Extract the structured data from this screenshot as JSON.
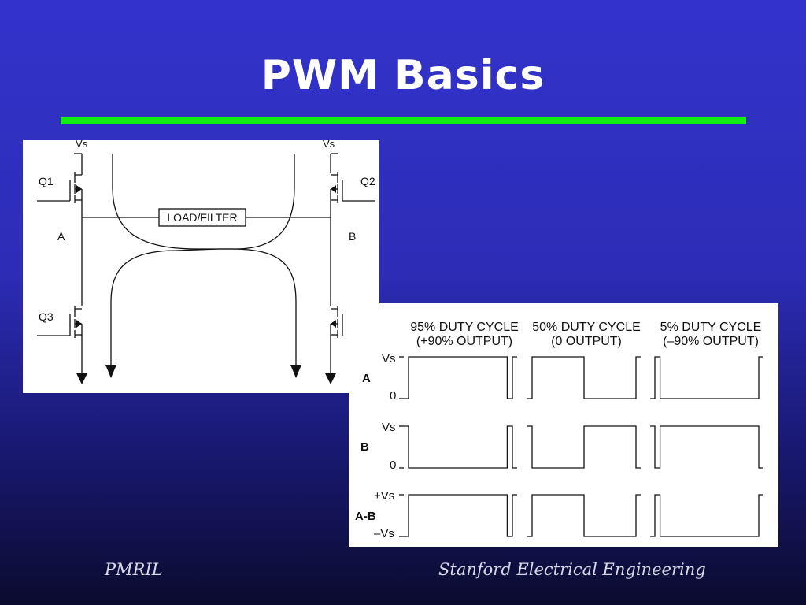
{
  "slide": {
    "title": "PWM Basics",
    "rule_color": "#11ee11",
    "background_color": "#3333cc"
  },
  "hbridge": {
    "vs_left": "Vs",
    "vs_right": "Vs",
    "q1": "Q1",
    "q2": "Q2",
    "q3": "Q3",
    "node_a": "A",
    "node_b": "B",
    "load": "LOAD/FILTER"
  },
  "waveforms": {
    "columns": [
      {
        "line1": "95% DUTY CYCLE",
        "line2": "(+90%  OUTPUT)",
        "duty": 0.95
      },
      {
        "line1": "50% DUTY CYCLE",
        "line2": "(0 OUTPUT)",
        "duty": 0.5
      },
      {
        "line1": "5% DUTY CYCLE",
        "line2": "(–90% OUTPUT)",
        "duty": 0.05
      }
    ],
    "rows": [
      {
        "label": "A",
        "top": "Vs",
        "bottom": "0"
      },
      {
        "label": "B",
        "top": "Vs",
        "bottom": "0"
      },
      {
        "label": "A-B",
        "top": "+Vs",
        "bottom": "–Vs"
      }
    ]
  },
  "footer": {
    "left": "PMRIL",
    "right": "Stanford Electrical Engineering"
  }
}
